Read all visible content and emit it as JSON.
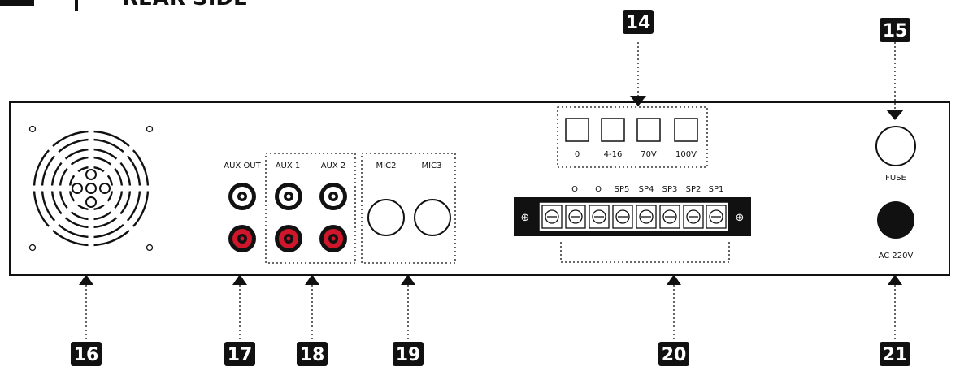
{
  "header": {
    "title": "REAR SIDE"
  },
  "callouts": {
    "c14": "14",
    "c15": "15",
    "c16": "16",
    "c17": "17",
    "c18": "18",
    "c19": "19",
    "c20": "20",
    "c21": "21"
  },
  "labels": {
    "aux_out": "AUX OUT",
    "aux1": "AUX 1",
    "aux2": "AUX 2",
    "mic2": "MIC2",
    "mic3": "MIC3",
    "fuse": "FUSE",
    "ac": "AC 220V"
  },
  "voltage_switches": [
    "0",
    "4-16",
    "70V",
    "100V"
  ],
  "terminals": [
    "O",
    "O",
    "SP5",
    "SP4",
    "SP3",
    "SP2",
    "SP1"
  ],
  "colors": {
    "rca_top": "#ffffff",
    "rca_bottom": "#d0162a",
    "ink": "#111111"
  }
}
